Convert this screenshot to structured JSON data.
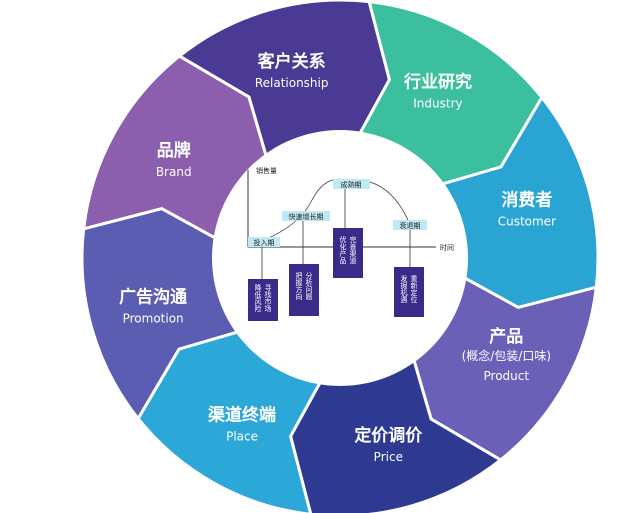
{
  "segments": [
    {
      "zh": "客户关系",
      "en": "Relationship",
      "color": "#4a3a94"
    },
    {
      "zh": "行业研究",
      "en": "Industry",
      "color": "#3bbf9f"
    },
    {
      "zh": "消费者",
      "en": "Customer",
      "color": "#2aa5d3"
    },
    {
      "zh": "产品",
      "sub": "(概念/包装/口味)",
      "en": "Product",
      "color": "#6a60b8"
    },
    {
      "zh": "定价调价",
      "en": "Price",
      "color": "#2e3a92"
    },
    {
      "zh": "渠道终端",
      "en": "Place",
      "color": "#2ba7d8"
    },
    {
      "zh": "广告沟通",
      "en": "Promotion",
      "color": "#5a5db2"
    },
    {
      "zh": "品牌",
      "en": "Brand",
      "color": "#8c5eae"
    }
  ],
  "lifecycle": {
    "y_axis": "销售量",
    "x_axis": "时间",
    "stages": [
      "投入期",
      "快速增长期",
      "成熟期",
      "衰退期"
    ],
    "boxes": [
      [
        "寻找市场",
        "降低风险"
      ],
      [
        "分析问题",
        "把握方向"
      ],
      [
        "完善渠道",
        "优化产品"
      ],
      [
        "重新定位",
        "发掘机遇"
      ]
    ]
  }
}
